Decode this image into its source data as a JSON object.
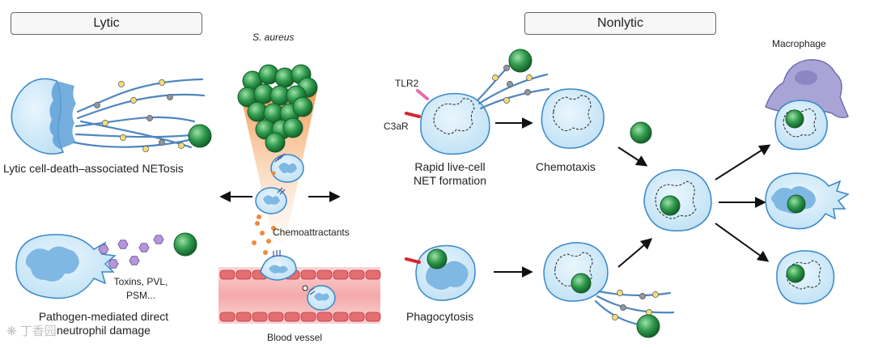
{
  "headers": {
    "lytic": "Lytic",
    "nonlytic": "Nonlytic"
  },
  "labels": {
    "s_aureus": "S. aureus",
    "macrophage": "Macrophage",
    "tlr2": "TLR2",
    "c3ar": "C3aR",
    "lytic_netosis": "Lytic cell-death–associated NETosis",
    "rapid_line1": "Rapid live-cell",
    "rapid_line2": "NET formation",
    "chemotaxis": "Chemotaxis",
    "chemoattractants": "Chemoattractants",
    "toxins_line1": "Toxins, PVL,",
    "toxins_line2": "PSM...",
    "pathogen_line1": "Pathogen-mediated direct",
    "pathogen_line2": "neutrophil damage",
    "phagocytosis": "Phagocytosis",
    "blood_vessel": "Blood vessel"
  },
  "watermark": "丁香园",
  "colors": {
    "cell_fill": "#cfe9f8",
    "cell_stroke": "#3a87c8",
    "nucleus_fill": "#7fb8e3",
    "bacteria": "#2f9a4c",
    "net_strand": "#4f86c0",
    "granule_yellow": "#f2dc7a",
    "granule_grey": "#8e96a0",
    "macrophage": "#a9a4d6",
    "vessel": "#e8878a",
    "toxin": "#a98bcb",
    "cone": "#f6b27a",
    "tlr2": "#e36cae",
    "c3ar": "#d8262e"
  }
}
